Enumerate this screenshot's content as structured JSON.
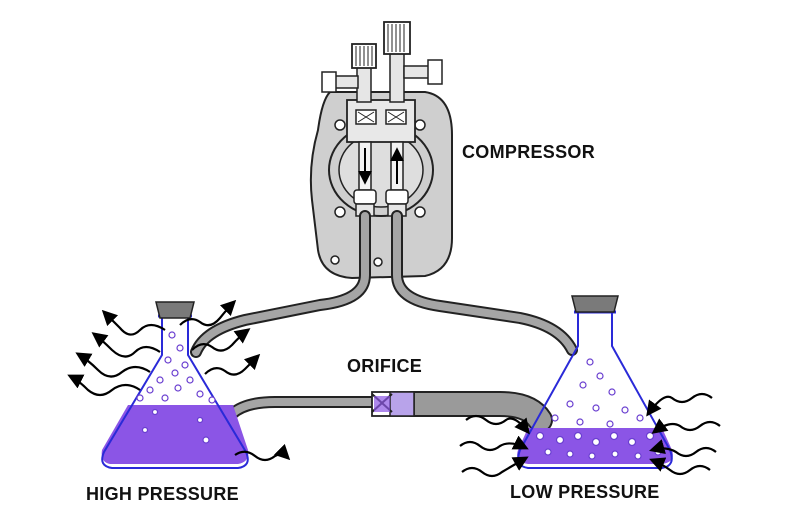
{
  "labels": {
    "compressor": "COMPRESSOR",
    "orifice": "ORIFICE",
    "high_pressure": "HIGH PRESSURE",
    "low_pressure": "LOW PRESSURE"
  },
  "colors": {
    "liquid": "#8b55e6",
    "liquid_dense": "#7a3fe0",
    "glass_outline": "#2a2ad8",
    "compressor_body": "#cfcfcf",
    "tubing": "#9a9a9a",
    "orifice_body": "#b8a3ea",
    "stopper": "#7a7a7a",
    "heat_arrow": "#000000"
  },
  "icons": {
    "heat_out": "wavy-arrow-outward",
    "heat_in": "wavy-arrow-inward",
    "gas_bubbles": "bubble-circles",
    "flow_direction": "down-up-arrows"
  }
}
